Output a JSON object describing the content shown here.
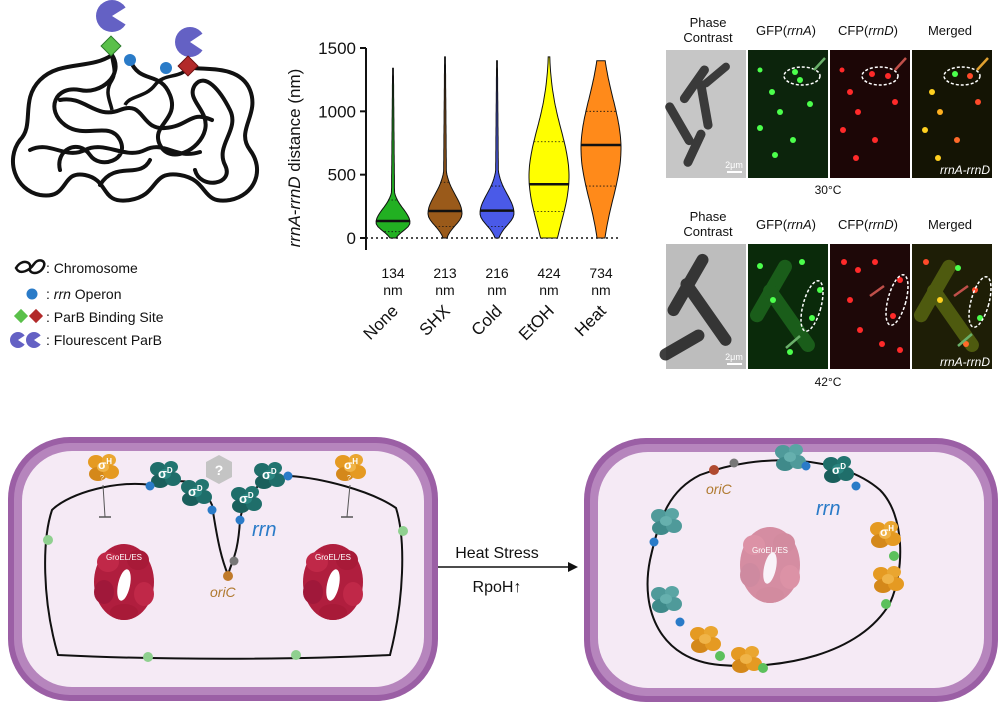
{
  "legend": {
    "items": [
      {
        "icon": "chromosome-icon",
        "label": ": Chromosome"
      },
      {
        "icon": "rrn-operon-icon",
        "label_prefix": ": ",
        "label_italic": "rrn",
        "label_suffix": " Operon"
      },
      {
        "icon": "parb-binding-site-icon",
        "label": ": ParB Binding Site"
      },
      {
        "icon": "fluorescent-parb-icon",
        "label": ": Flourescent ParB"
      }
    ]
  },
  "chart_data": {
    "type": "violin",
    "ylabel_italic_1": "rrnA",
    "ylabel_dash": "-",
    "ylabel_italic_2": "rrnD",
    "ylabel_rest": " distance (nm)",
    "ylim": [
      0,
      1500
    ],
    "yticks": [
      0,
      500,
      1000,
      1500
    ],
    "categories": [
      "None",
      "SHX",
      "Cold",
      "EtOH",
      "Heat"
    ],
    "medians": [
      134,
      213,
      216,
      424,
      734
    ],
    "median_labels": [
      "134",
      "213",
      "216",
      "424",
      "734"
    ],
    "unit_label": "nm",
    "maxima": [
      1340,
      1430,
      1400,
      1430,
      1400
    ],
    "q1": [
      50,
      90,
      90,
      210,
      410
    ],
    "q3": [
      300,
      440,
      410,
      760,
      1000
    ],
    "colors": [
      "#22b022",
      "#9a5a1a",
      "#4a5ae8",
      "#ffff00",
      "#ff8a1a"
    ]
  },
  "micro": {
    "headers": {
      "phase": [
        "Phase",
        "Contrast"
      ],
      "gfp_prefix": "GFP(",
      "gfp_gene": "rrnA",
      "gfp_suffix": ")",
      "cfp_prefix": "CFP(",
      "cfp_gene": "rrnD",
      "cfp_suffix": ")",
      "merged": "Merged"
    },
    "scale_bar": "2μm",
    "overlay_label": "rrnA-rrnD",
    "temp_top": "30°C",
    "temp_bottom": "42°C"
  },
  "cells": {
    "groel_label": "GroEL/ES",
    "rrn_label": "rrn",
    "oric_label": "oriC",
    "sigma_d": "σ",
    "sigma_d_sup": "D",
    "sigma_h": "σ",
    "sigma_h_sup": "H",
    "question_mark": "?",
    "arrow_top": "Heat Stress",
    "arrow_bottom": "RpoH↑",
    "colors": {
      "membrane": "#9b5fa5",
      "cell_fill": "#f5eaf5",
      "teal": "#1f6e6a",
      "orange": "#e59a22",
      "crimson": "#b01e3e",
      "blue_dot": "#2a7bc8",
      "green_dot": "#5cc05c"
    }
  }
}
